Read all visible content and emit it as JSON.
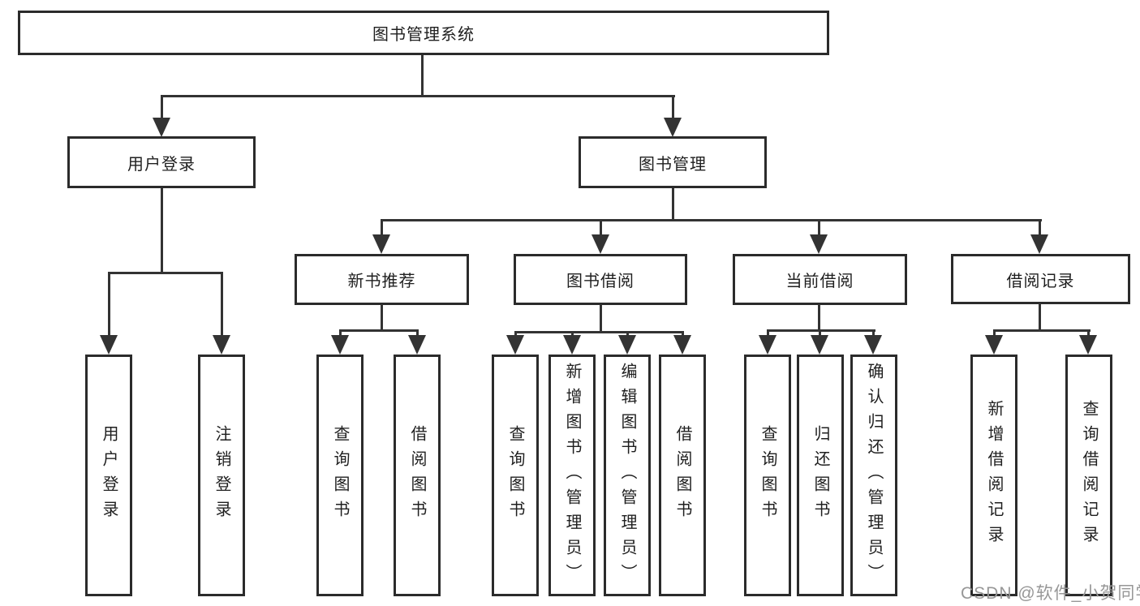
{
  "diagram": {
    "type": "hierarchy-tree",
    "root": {
      "label": "图书管理系统"
    },
    "branches": [
      {
        "label": "用户登录",
        "children": [
          {
            "label": "用户登录"
          },
          {
            "label": "注销登录"
          }
        ]
      },
      {
        "label": "图书管理",
        "children": [
          {
            "label": "新书推荐",
            "children": [
              {
                "label": "查询图书"
              },
              {
                "label": "借阅图书"
              }
            ]
          },
          {
            "label": "图书借阅",
            "children": [
              {
                "label": "查询图书"
              },
              {
                "label": "新增图书（管理员）"
              },
              {
                "label": "编辑图书（管理员）"
              },
              {
                "label": "借阅图书"
              }
            ]
          },
          {
            "label": "当前借阅",
            "children": [
              {
                "label": "查询图书"
              },
              {
                "label": "归还图书"
              },
              {
                "label": "确认归还（管理员）"
              }
            ]
          },
          {
            "label": "借阅记录",
            "children": [
              {
                "label": "新增借阅记录"
              },
              {
                "label": "查询借阅记录"
              }
            ]
          }
        ]
      }
    ]
  },
  "watermark": {
    "text": "CSDN @软件_小贺同学"
  },
  "colors": {
    "background": "#ffffff",
    "line": "#333333",
    "box_border": "#2b2b2b",
    "text": "#1f1f1f",
    "watermark": "#979797"
  }
}
